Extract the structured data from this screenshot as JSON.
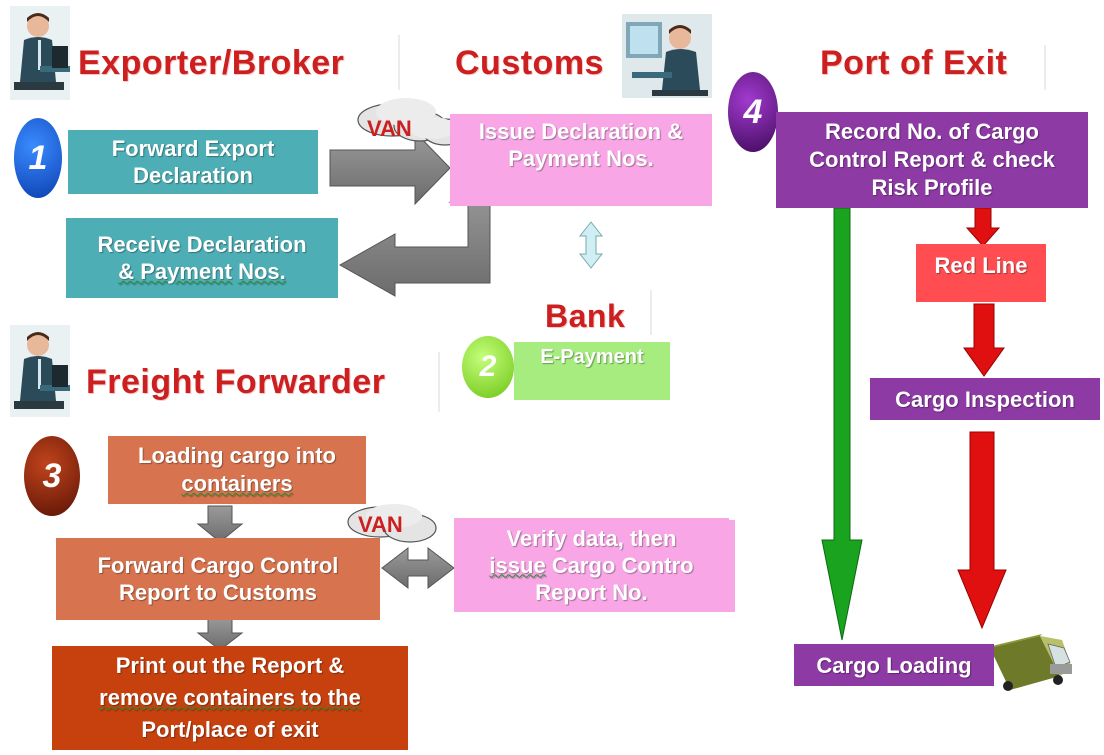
{
  "headings": {
    "exporter": "Exporter/Broker",
    "customs": "Customs",
    "port": "Port of Exit",
    "bank": "Bank",
    "freight": "Freight Forwarder"
  },
  "steps": {
    "one": "1",
    "two": "2",
    "three": "3",
    "four": "4"
  },
  "van_labels": {
    "top": "VAN",
    "bottom": "VAN"
  },
  "boxes": {
    "forward_export": "Forward Export Declaration",
    "issue_declaration": "Issue Declaration & Payment Nos.",
    "receive_declaration_1": "Receive Declaration",
    "receive_declaration_2": "& Payment",
    "receive_declaration_3": "Nos.",
    "e_payment": "E-Payment",
    "loading_cargo_1": "Loading cargo into",
    "loading_cargo_2": "containers",
    "forward_cargo_control": "Forward Cargo Control Report to Customs",
    "print_report_1": "Print out the Report &",
    "print_report_2": "remove containers to the",
    "print_report_3": "Port/place of exit",
    "verify_data_1": "Verify data, then",
    "verify_data_2": "issue",
    "verify_data_3": "Cargo Contro",
    "verify_data_4": "Report No.",
    "record_no": "Record No. of Cargo Control Report & check Risk Profile",
    "red_line": "Red Line",
    "cargo_inspection": "Cargo Inspection",
    "cargo_loading": "Cargo Loading"
  },
  "colors": {
    "heading_red": "#cc1f1f",
    "teal_box": "#4dafb5",
    "pink_box": "#f9a6e6",
    "purple_box": "#8e3aa5",
    "red_box": "#ff4d52",
    "orange_box": "#d7744f",
    "dark_orange_box": "#c7410f",
    "green_box": "#a6ec7f",
    "gray_arrow": "#808080",
    "green_arrow": "#19a31e",
    "red_arrow": "#e01010"
  },
  "icons": [
    "person-at-desk-icon",
    "cloud-icon",
    "truck-icon",
    "double-arrow-icon"
  ]
}
